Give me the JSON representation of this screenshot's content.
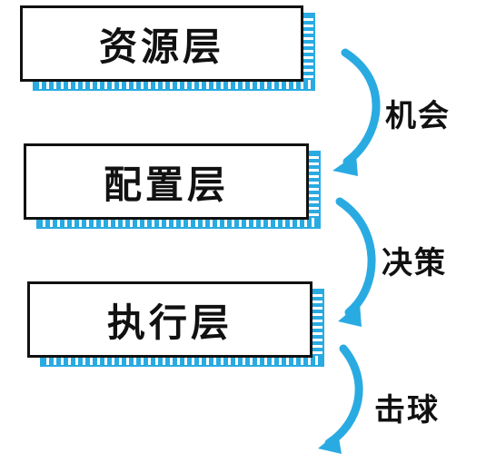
{
  "layers": [
    {
      "label": "资源层"
    },
    {
      "label": "配置层"
    },
    {
      "label": "执行层"
    }
  ],
  "transitions": [
    {
      "label": "机会"
    },
    {
      "label": "决策"
    },
    {
      "label": "击球"
    }
  ],
  "colors": {
    "accent": "#29abe2",
    "text": "#111111",
    "background": "#ffffff"
  }
}
